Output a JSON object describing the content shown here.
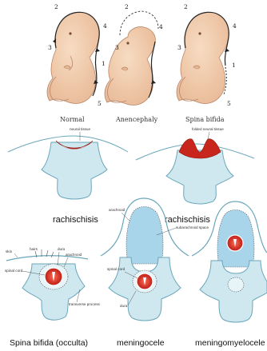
{
  "fetus_row": {
    "captions": [
      "Normal",
      "Anencephaly",
      "Spina bifida"
    ],
    "numbers": [
      "1",
      "2",
      "3",
      "4",
      "5"
    ]
  },
  "rachischisis_row": {
    "left_label": "neural tissue",
    "right_label": "folded neural tissue",
    "captions": [
      "rachischisis",
      "rachischisis"
    ]
  },
  "bottom_row": {
    "panel1_labels": {
      "skin": "skin",
      "hairs": "hairs",
      "dura": "dura",
      "arachnoid": "arachnoid",
      "spinal_cord": "spinal cord",
      "transverse_process": "transverse process"
    },
    "panel2_labels": {
      "arachnoid": "arachnoid",
      "subarachnoid_space": "subarachnoid space",
      "spinal_cord": "spinal cord",
      "dura": "dura"
    },
    "captions": [
      "Spina bifida (occulta)",
      "meningocele",
      "meningomyelocele"
    ]
  },
  "colors": {
    "skin": "#f1ceaf",
    "skin_shade": "#d9a887",
    "bone": "#cfe8ef",
    "bone_stroke": "#6aa6ba",
    "csf": "#a9d5ea",
    "cord": "#c8261c",
    "line": "#2a2a2a"
  }
}
